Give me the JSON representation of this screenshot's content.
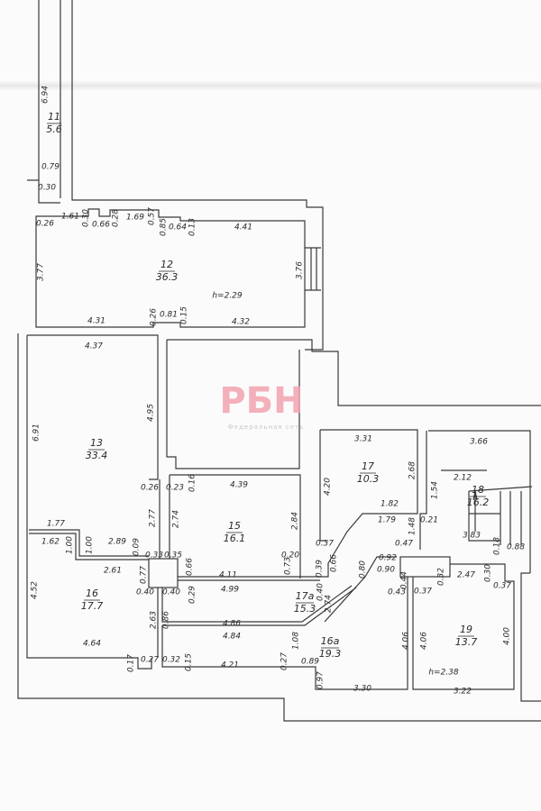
{
  "watermark": {
    "logo": "РБН",
    "subtitle": "Федеральная сеть"
  },
  "rooms": [
    {
      "number": "11",
      "area": "5.6"
    },
    {
      "number": "12",
      "area": "36.3"
    },
    {
      "number": "13",
      "area": "33.4"
    },
    {
      "number": "15",
      "area": "16.1"
    },
    {
      "number": "16",
      "area": "17.7"
    },
    {
      "number": "17a",
      "area": "15.3"
    },
    {
      "number": "16a",
      "area": "19.3"
    },
    {
      "number": "17",
      "area": "10.3"
    },
    {
      "number": "18",
      "area": "16.2"
    },
    {
      "number": "19",
      "area": "13.7"
    }
  ],
  "heights": [
    "h=2.29",
    "h=2.38"
  ],
  "dims": [
    "6.94",
    "0.79",
    "0.30",
    "1.61",
    "0.30",
    "0.66",
    "0.28",
    "1.69",
    "0.57",
    "0.85",
    "0.64",
    "0.13",
    "4.41",
    "0.26",
    "3.77",
    "3.76",
    "4.31",
    "0.26",
    "0.81",
    "0.15",
    "4.32",
    "4.37",
    "6.91",
    "4.95",
    "0.26",
    "0.23",
    "0.16",
    "4.39",
    "2.77",
    "2.74",
    "2.84",
    "1.77",
    "1.62",
    "1.00",
    "1.00",
    "2.89",
    "0.09",
    "0.33",
    "0.35",
    "0.66",
    "0.20",
    "0.73",
    "2.61",
    "0.77",
    "4.11",
    "4.99",
    "0.40",
    "0.40",
    "0.29",
    "4.52",
    "2.63",
    "0.86",
    "4.86",
    "4.84",
    "4.64",
    "0.17",
    "0.27",
    "0.32",
    "0.15",
    "4.21",
    "0.27",
    "1.08",
    "0.89",
    "3.31",
    "2.68",
    "4.20",
    "1.82",
    "1.79",
    "1.54",
    "3.66",
    "2.12",
    "0.21",
    "1.48",
    "3.83",
    "0.18",
    "0.88",
    "0.37",
    "0.66",
    "0.47",
    "0.92",
    "0.80",
    "0.90",
    "0.44",
    "0.39",
    "0.40",
    "2.74",
    "0.43",
    "0.37",
    "0.32",
    "2.47",
    "0.30",
    "0.37",
    "4.06",
    "4.06",
    "4.00",
    "0.97",
    "3.30",
    "3.22"
  ]
}
